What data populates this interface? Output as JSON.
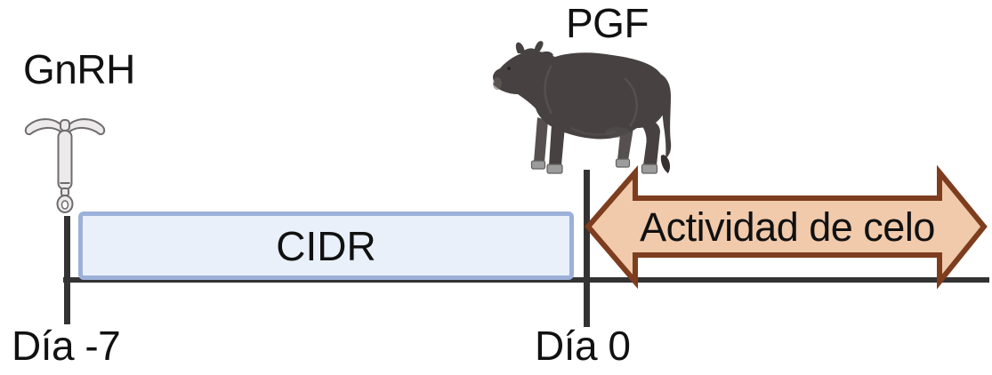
{
  "labels": {
    "gnrh": "GnRH",
    "pgf": "PGF",
    "cidr": "CIDR",
    "estrus": "Actividad de celo",
    "day_start": "Día -7",
    "day_end": "Día 0"
  },
  "icons": {
    "device": "cidr-device-icon",
    "cow": "cow-icon"
  },
  "colors": {
    "cidr_fill": "#e9f0f9",
    "cidr_border": "#9cb0d9",
    "arrow_fill": "#f0caab",
    "arrow_border": "#7d3d1e",
    "timeline": "#333333",
    "cow_body": "#474241",
    "hoof": "#9c9c9c",
    "device_fill": "#eceaeb",
    "device_outline": "#6f6b6e",
    "text": "#111111"
  }
}
